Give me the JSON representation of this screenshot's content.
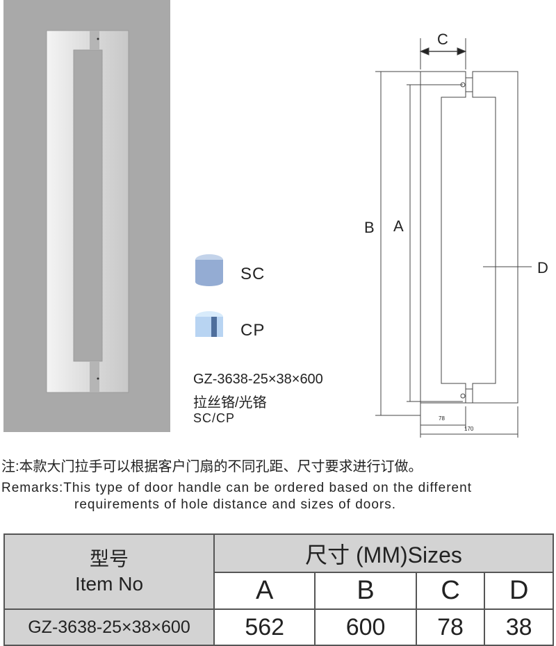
{
  "finishes": [
    {
      "code": "SC",
      "color": "#9fb6d8"
    },
    {
      "code": "CP",
      "color": "#c9e0f6"
    }
  ],
  "product": {
    "model": "GZ-3638-25×38×600",
    "finish_cn": "拉丝铬/光铬",
    "finish_en": "SC/CP"
  },
  "drawing": {
    "labels": {
      "a": "A",
      "b": "B",
      "c": "C",
      "d": "D"
    },
    "dim_78": "78",
    "dim_170": "170"
  },
  "notes": {
    "cn": "注:本款大门拉手可以根据客户门扇的不同孔距、尺寸要求进行订做。",
    "en_line1": "Remarks:This type of door handle can be ordered based on the different",
    "en_line2": "requirements of hole distance and sizes of doors."
  },
  "table": {
    "item_cn": "型号",
    "item_en": "Item No",
    "sizes_header": "尺寸 (MM)Sizes",
    "columns": [
      "A",
      "B",
      "C",
      "D"
    ],
    "rows": [
      {
        "item": "GZ-3638-25×38×600",
        "values": [
          "562",
          "600",
          "78",
          "38"
        ]
      }
    ]
  }
}
